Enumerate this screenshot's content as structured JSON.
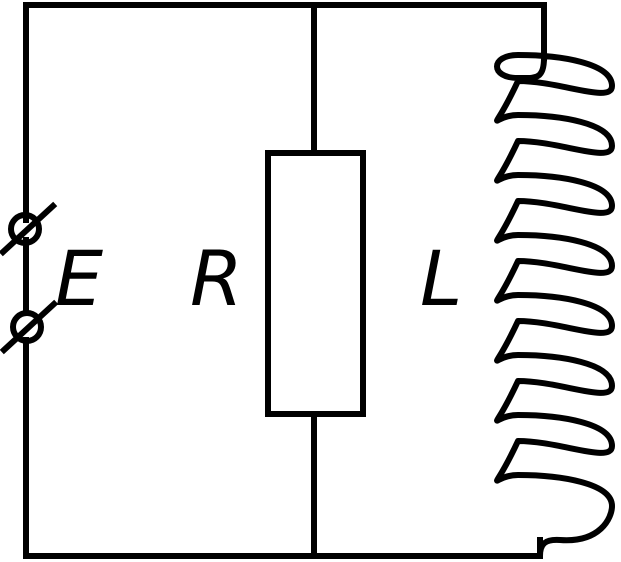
{
  "diagram": {
    "labels": {
      "emf": "E",
      "resistor": "R",
      "inductor": "L"
    },
    "colors": {
      "stroke": "#000000",
      "background": "#ffffff"
    },
    "coil_turns": 8
  }
}
